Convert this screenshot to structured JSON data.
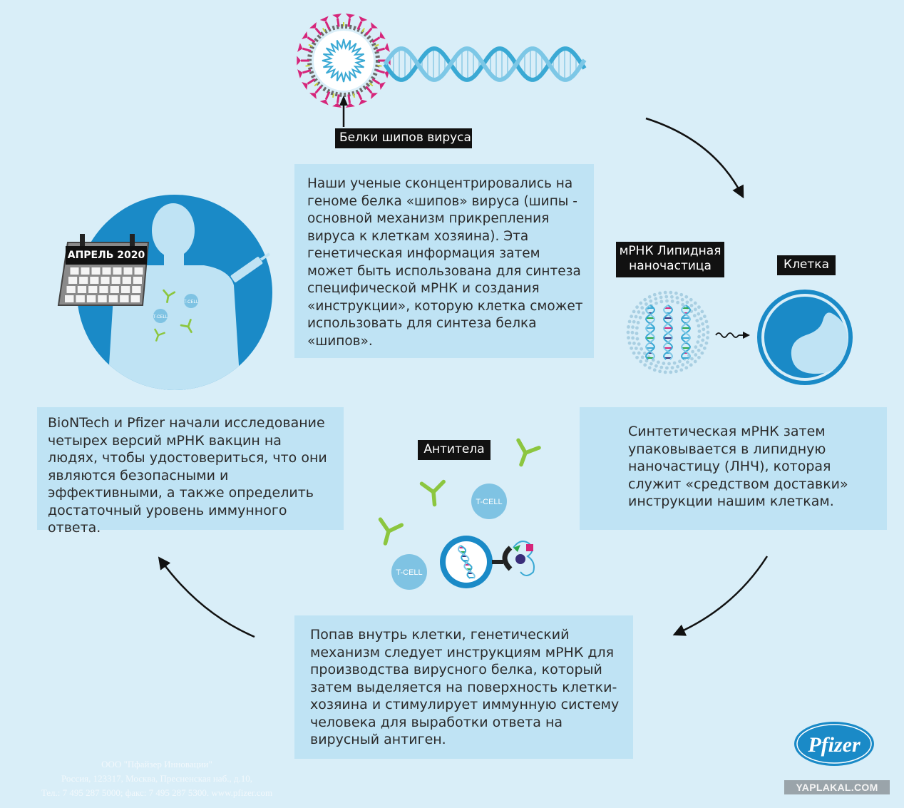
{
  "labels": {
    "spike_proteins": "Белки шипов вируса",
    "calendar": "АПРЕЛЬ 2020",
    "lnp_line1": "мРНК Липидная",
    "lnp_line2": "наночастица",
    "cell": "Клетка",
    "antibodies": "Антитела",
    "tcell": "T-CELL"
  },
  "texts": {
    "focus": "Наши ученые сконцентрировались на геноме белка «шипов» вируса (шипы - основной механизм прикрепления вируса к клеткам хозяина). Эта генетическая информация затем может быть использована для синтеза специфической мРНК и создания «инструкции», которую клетка сможет использовать для синтеза белка «шипов».",
    "synthetic": "Синтетическая мРНК затем упаковывается в липидную наночастицу (ЛНЧ), которая служит «средством доставки» инструкции нашим клеткам.",
    "inside": "Попав внутрь клетки, генетический механизм следует инструкциям мРНК для производства вирусного белка, который затем выделяется на поверхность клетки-хозяина и стимулирует иммунную систему человека для выработки ответа на вирусный антиген.",
    "trials": "BioNTech и Pfizer начали исследование четырех версий мРНК вакцин на людях, чтобы удостовериться, что они являются безопасными и эффективными, а также определить достаточный уровень иммунного ответа."
  },
  "brand": {
    "logo": "Pfizer"
  },
  "footer": {
    "line1": "ООО \"Пфайзер Инновации\"",
    "line2": "Россия, 123317, Москва, Пресненская наб., д.10,",
    "line3": "Тел.: 7 495 287 5000; факс: 7 495 287 5300. www.pfizer.com"
  },
  "watermark": "YAPLAKAL.COM",
  "colors": {
    "background": "#d9eef8",
    "textbox": "#bfe3f4",
    "accent_blue": "#1a8ac7",
    "dna_blue": "#3aa9d4",
    "spike_magenta": "#d6257a",
    "antibody_green": "#8cc63f",
    "tcell": "#7fc3e3"
  }
}
